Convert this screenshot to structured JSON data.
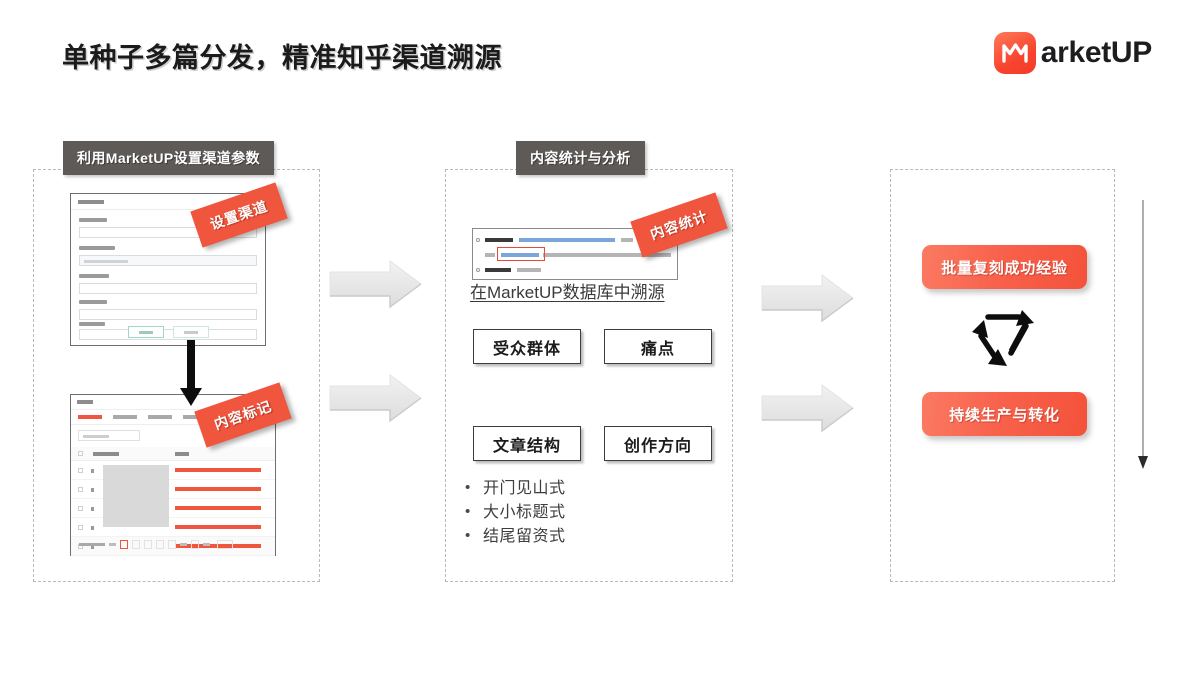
{
  "page": {
    "title": "单种子多篇分发，精准知乎渠道溯源"
  },
  "logo": {
    "mark_icon": "marketup-logo-mark",
    "text": "arketUP",
    "brand_color": "#f8452f"
  },
  "panels": {
    "left": {
      "header": "利用MarketUP设置渠道参数",
      "tags": [
        "设置渠道",
        "内容标记"
      ],
      "screenshots": [
        "channel-parameter-form",
        "content-tag-table"
      ]
    },
    "middle": {
      "header": "内容统计与分析",
      "tag": "内容统计",
      "link_text": "在MarketUP数据库中溯源",
      "boxes": [
        "受众群体",
        "痛点",
        "文章结构",
        "创作方向"
      ],
      "bullets": [
        "开门见山式",
        "大小标题式",
        "结尾留资式"
      ]
    },
    "right": {
      "pills": [
        "批量复刻成功经验",
        "持续生产与转化"
      ],
      "center_icon": "recycle-icon",
      "pill_color": "#f8604a"
    }
  },
  "connectors": {
    "gray_arrow_icon": "arrow-right-icon",
    "black_arrow_icon": "arrow-down-icon",
    "vertical_arrow_icon": "arrow-down-line-icon"
  }
}
